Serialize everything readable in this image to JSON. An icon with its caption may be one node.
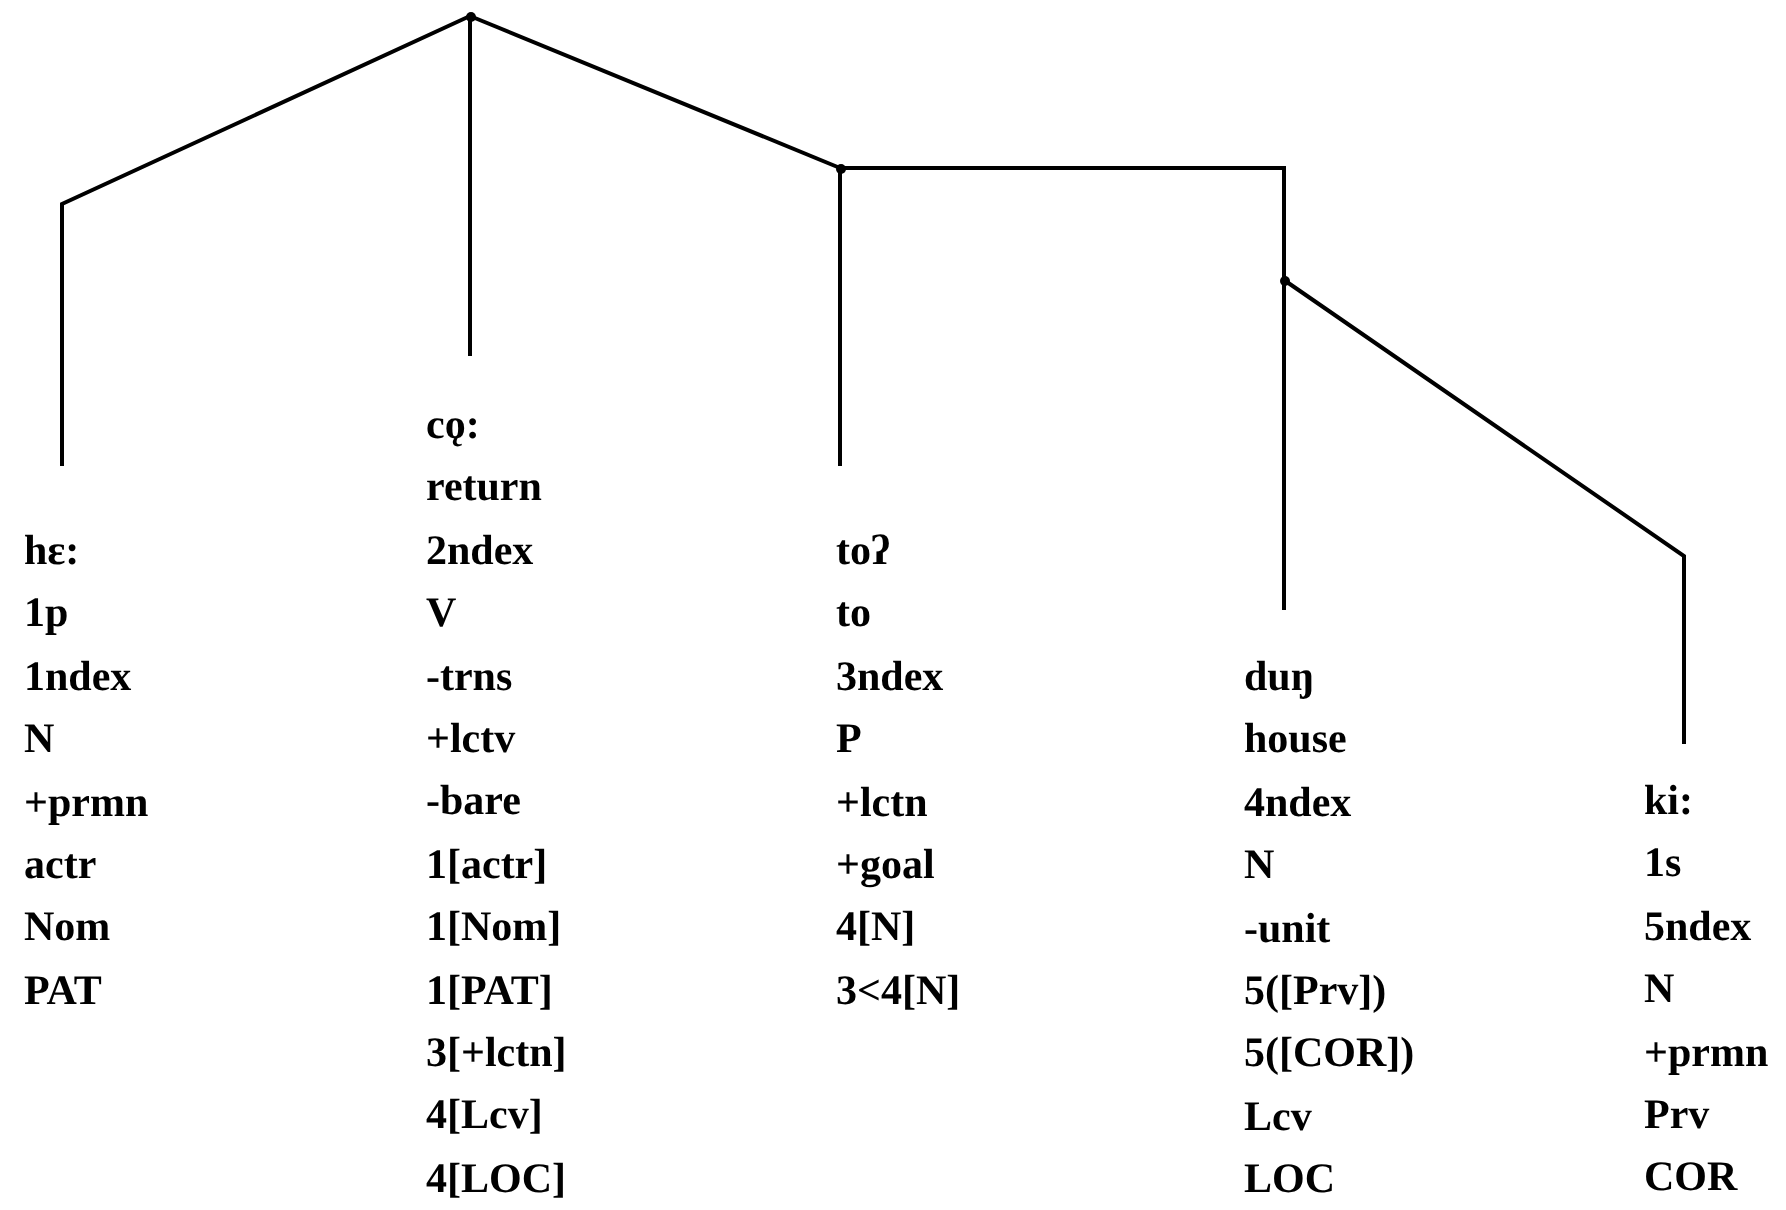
{
  "diagram": {
    "nodes": [
      {
        "text": [],
        "shape": "point"
      },
      {
        "text": [
          "hɛ:",
          "1p",
          "1ndex",
          "N",
          "+prmn",
          "actr",
          "Nom",
          "PAT"
        ]
      },
      {
        "text": [
          "cǫ:",
          "return",
          "2ndex",
          "V",
          "-trns",
          "+lctv",
          "-bare",
          "1[actr]",
          "1[Nom]",
          "1[PAT]",
          "3[+lctn]",
          "4[Lcv]",
          "4[LOC]"
        ]
      },
      {
        "text": [],
        "shape": "point"
      },
      {
        "text": [
          "toʔ",
          "to",
          "3ndex",
          "P",
          "+lctn",
          "+goal",
          "4[N]",
          "3<4[N]"
        ]
      },
      {
        "text": [],
        "shape": "point"
      },
      {
        "text": [
          "duŋ",
          "house",
          "4ndex",
          "N",
          "-unit",
          "5([Prv])",
          "5([COR])",
          "Lcv",
          "LOC"
        ]
      },
      {
        "text": [
          "ki:",
          "1s",
          "5ndex",
          "N",
          "+prmn",
          "Prv",
          "COR"
        ]
      }
    ],
    "edges": [
      {
        "from": 0,
        "to": 1,
        "arrow": "none"
      },
      {
        "from": 0,
        "to": 2,
        "arrow": "none"
      },
      {
        "from": 0,
        "to": 3,
        "arrow": "none"
      },
      {
        "from": 3,
        "to": 4,
        "arrow": "none"
      },
      {
        "from": 3,
        "to": 5,
        "arrow": "none"
      },
      {
        "from": 5,
        "to": 6,
        "arrow": "none"
      },
      {
        "from": 5,
        "to": 7,
        "arrow": "none"
      }
    ]
  }
}
